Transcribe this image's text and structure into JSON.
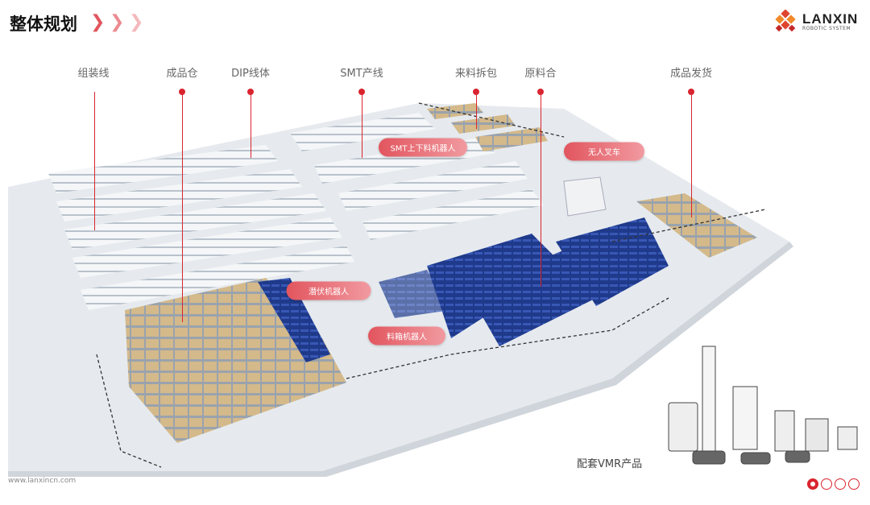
{
  "header": {
    "title": "整体规划",
    "chevrons": "›",
    "logo_name": "LANXIN",
    "logo_sub": "ROBOTIC SYSTEM"
  },
  "areas": [
    {
      "label": "组装线"
    },
    {
      "label": "成品仓"
    },
    {
      "label": "DIP线体"
    },
    {
      "label": "SMT产线"
    },
    {
      "label": "来料拆包"
    },
    {
      "label": "原料合"
    },
    {
      "label": "成品发货"
    }
  ],
  "robots": [
    {
      "label": "SMT上下料机器人"
    },
    {
      "label": "无人叉车"
    },
    {
      "label": "潜伏机器人"
    },
    {
      "label": "料箱机器人"
    }
  ],
  "products_caption": "配套VMR产品",
  "footer": {
    "website": "www.lanxincn.com"
  },
  "pagination": {
    "total": 4,
    "current": 1
  },
  "colors": {
    "accent": "#d9252f",
    "rack_blue": "#1f3a8a",
    "floor": "#e6eaee"
  }
}
